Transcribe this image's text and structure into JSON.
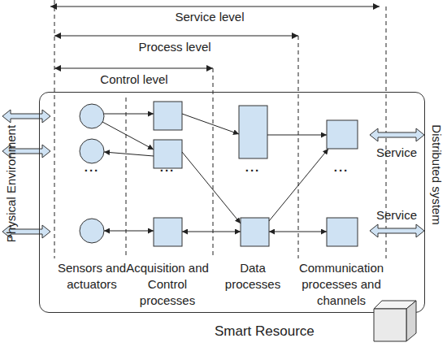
{
  "diagram": {
    "nodes": [
      {
        "text": [
          "Smart Resource"
        ]
      }
    ],
    "labels": [
      "Service level",
      "Process level",
      "Control level",
      "Physical Environment",
      "Distributed system",
      "Service",
      "Service",
      "...",
      "...",
      "...",
      "...",
      "Sensors and actuators",
      "Acquisition and Control processes",
      "Data processes",
      "Communication processes and channels"
    ]
  }
}
